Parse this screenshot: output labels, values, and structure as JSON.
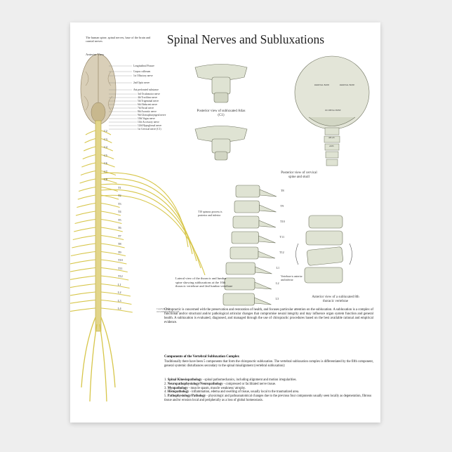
{
  "poster": {
    "title": "Spinal Nerves and Subluxations",
    "intro": "The human spine, spinal nerves, base of the brain and cranial nerves",
    "anterior_view": "Anterior View",
    "brain_labels": [
      "Longitudinal Fissure",
      "Corpus callosum",
      "1st Olfactory nerve",
      "2nd Optic nerve",
      "Ant perforated substance",
      "3rd Oculomotor nerve",
      "4th Trochlear nerve",
      "5th Trigeminal nerve",
      "6th Abducent nerve",
      "7th Facial nerve",
      "8th Acoustic nerve",
      "9th Glossopharyngeal nerve",
      "10th Vagus nerve",
      "11th Accessory nerve",
      "12th Hypoglossal nerve",
      "1st Cervical nerve (C1)"
    ],
    "vertebra_labels": [
      "C2",
      "C3",
      "C4",
      "C5",
      "C6",
      "C7",
      "C8",
      "T1",
      "T2",
      "T3",
      "T4",
      "T5",
      "T6",
      "T7",
      "T8",
      "T9",
      "T10",
      "T11",
      "T12",
      "L1",
      "L2",
      "L3",
      "L4"
    ],
    "atlas_caption": "Posterior view of subluxated Atlas (C1)",
    "skull_caption": "Posterior view of cervical spine and skull",
    "skull_labels": [
      "PARIETAL BONE",
      "PARIETAL BONE",
      "OCCIPITAL BONE",
      "ATLAS",
      "AXIS"
    ],
    "t10_note": "T10 spinous process is posterior and inferior",
    "lumbar_caption": "Lateral view of the thoracic and lumbar spine showing subluxations at the 10th thoracic vertebrae and 2nd lumbar vertebrae",
    "vertebrae_note": "Vertebrae is anterior and inferior",
    "lateral_labels": [
      "T8",
      "T9",
      "T10",
      "T11",
      "T12",
      "L1",
      "L2",
      "L3"
    ],
    "anterior_caption": "Anterior view of a subluxated 8th thoracic vertebrae",
    "copyright": [
      "Copyright 2014",
      "www.ItsSpinalFlames.com"
    ],
    "chiro_text": "Chiropractic is concerned with the preservation and restoration of health, and focuses particular attention on the subluxation. A subluxation is a complex of functional and/or structural and/or pathological articular changes that compromise neural integrity and may influence organ system function and general health. A subluxation is evaluated, diagnosed, and managed through the use of chiropractic procedures based on the best available rational and empirical evidence.",
    "components_heading": "Components of the Vertebral Subluxation Complex",
    "components_intro": "Traditionally there have been 5 components that form the chiropractic subluxation. The vertebral subluxation complex is differentiated by the fifth component, general systemic disturbances secondary to the spinal misalignment (vertebral subluxation):",
    "components": [
      {
        "num": "1.",
        "name": "Spinal Kinesiopathology",
        "desc": " - spinal pathomechanics, including alignment and motion irregularities."
      },
      {
        "num": "2.",
        "name": "Neuropathophysiology/Neuropathology",
        "desc": " - compressed or facilitated nerve tissue."
      },
      {
        "num": "3.",
        "name": "Myopathology",
        "desc": " - muscle spasm, muscle weakness/ atrophy."
      },
      {
        "num": "4.",
        "name": "Histopathology",
        "desc": " - inflammation, edema and swelling of tissue, usually local to the traumatized area."
      },
      {
        "num": "5.",
        "name": "Pathophysiology/Pathology",
        "desc": " - physiologic and pathoanatomical changes due to the previous four components usually seen locally as degeneration, fibrous tissue and/or erosion local and peripherally as a loss of global homeostasis."
      }
    ]
  }
}
